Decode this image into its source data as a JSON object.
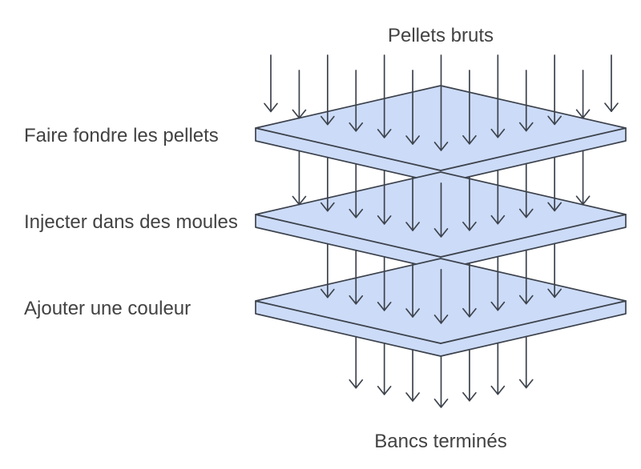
{
  "diagram": {
    "input_label": "Pellets bruts",
    "output_label": "Bancs terminés",
    "steps": [
      {
        "label": "Faire fondre les pellets"
      },
      {
        "label": "Injecter dans des moules"
      },
      {
        "label": "Ajouter une couleur"
      }
    ],
    "arrow_counts": {
      "into_first_plate": 13,
      "first_to_second_plate": 11,
      "second_to_third_plate": 9,
      "out_of_third_plate": 7
    },
    "colors": {
      "background": "#ffffff",
      "plate_fill": "#ccdbf7",
      "line_stroke": "#3d434d",
      "text": "#424242"
    }
  }
}
